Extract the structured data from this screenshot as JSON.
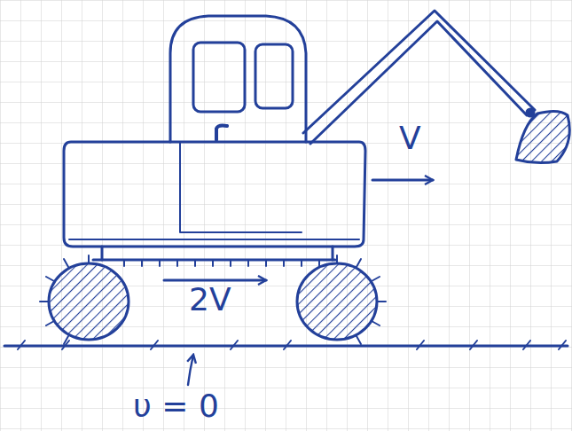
{
  "diagram": {
    "labels": [
      "V",
      "2V",
      "υ = 0"
    ]
  }
}
